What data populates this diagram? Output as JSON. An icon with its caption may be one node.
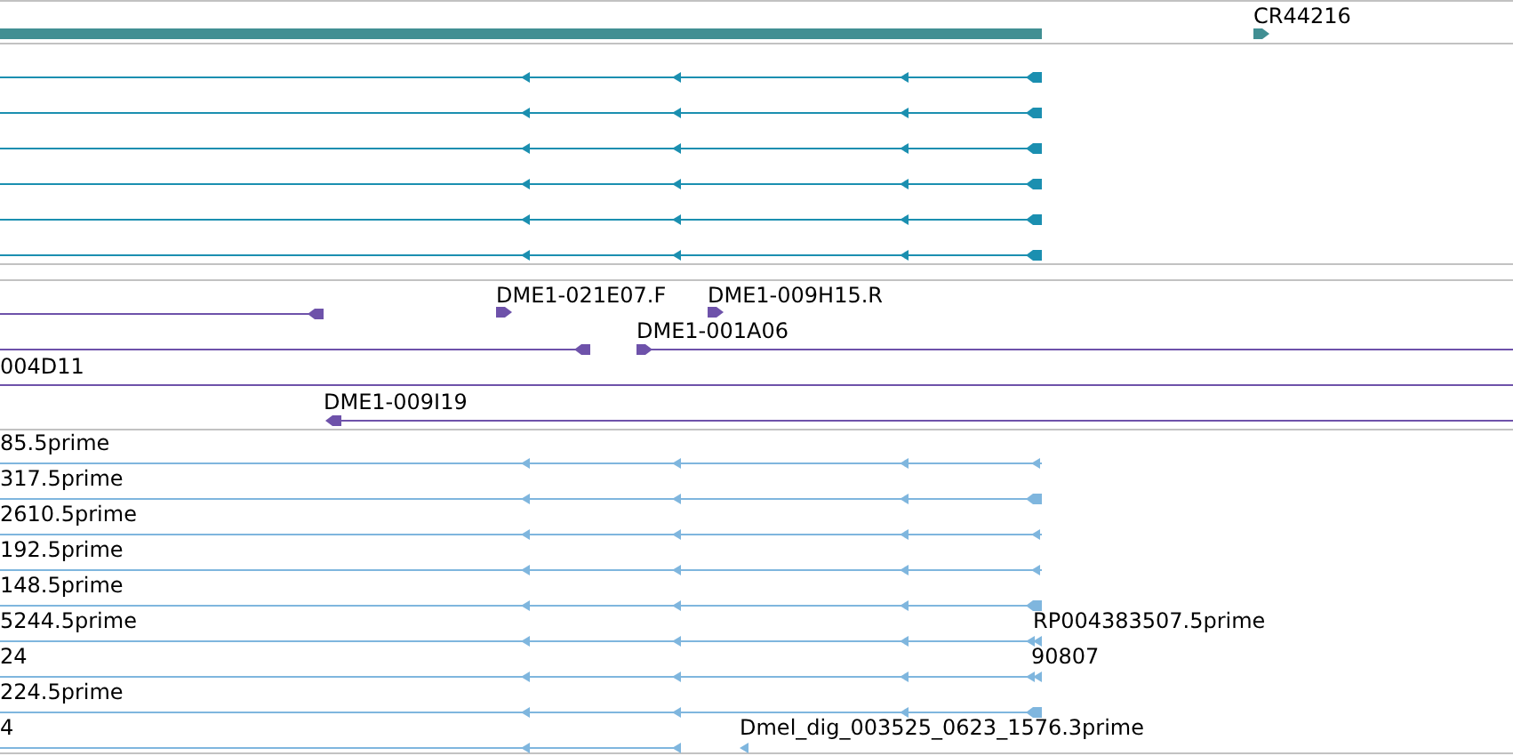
{
  "diagram": {
    "labels": [
      "CR44216",
      "DME1-021E07.F",
      "DME1-009H15.R",
      "DME1-001A06",
      "004D11",
      "DME1-009I19",
      "85.5prime",
      "317.5prime",
      "2610.5prime",
      "192.5prime",
      "148.5prime",
      "5244.5prime",
      "RP004383507.5prime",
      "24",
      "90807",
      "224.5prime",
      "4",
      "Dmel_dig_003525_0623_1576.3prime"
    ]
  }
}
